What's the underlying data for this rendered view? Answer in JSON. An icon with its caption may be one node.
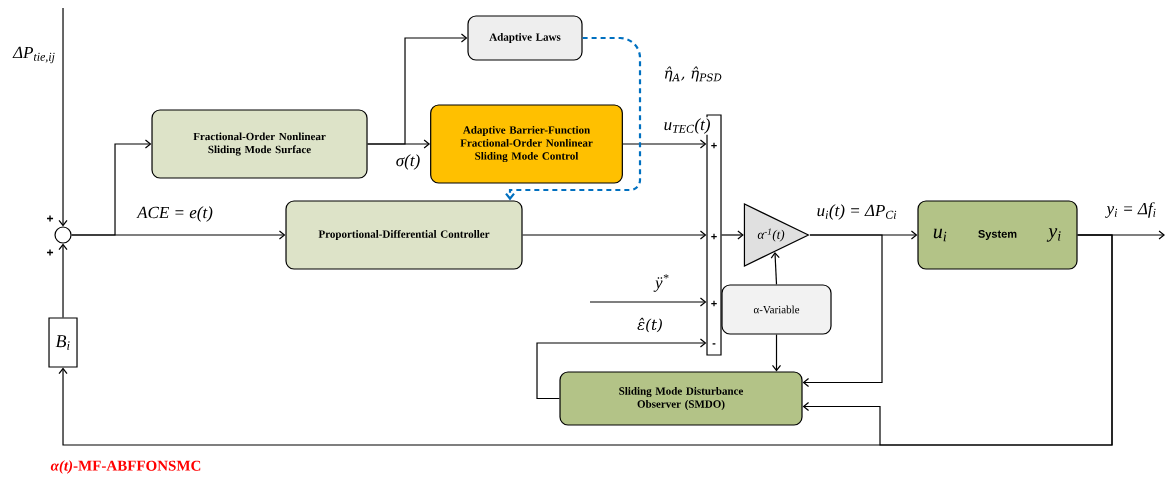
{
  "diagram": {
    "nodes": [
      {
        "text": [],
        "shape": "circle"
      },
      {
        "text": [
          "Fractional-Order Nonlinear Sliding Mode Surface"
        ]
      },
      {
        "text": [
          "Adaptive Laws"
        ]
      },
      {
        "text": [
          "Adaptive Barrier-Function Fractional-Order Nonlinear Sliding Mode Control"
        ]
      },
      {
        "text": [
          "Proportional-Differential Controller"
        ]
      },
      {
        "text": [
          "+",
          "+",
          "+",
          "-"
        ]
      },
      {
        "text": [
          "α$^{-1}$(t)"
        ]
      },
      {
        "text": [
          "α-Variable"
        ]
      },
      {
        "text": [
          "u$_{i}$",
          "System",
          "y$_{i}$"
        ]
      },
      {
        "text": [
          "Sliding Mode Disturbance Observer (SMDO)"
        ]
      },
      {
        "text": [
          "B$_{i}$"
        ]
      }
    ],
    "edges": [
      {
        "from": null,
        "to": 0,
        "arrow": "to",
        "label": "ΔP$_{tie,ij}$"
      },
      {
        "from": 0,
        "to": 1,
        "arrow": "to"
      },
      {
        "from": 0,
        "to": 4,
        "arrow": "to",
        "label": "ACE = e(t)"
      },
      {
        "from": 1,
        "to": 3,
        "arrow": "to",
        "label": "σ(t)"
      },
      {
        "from": 1,
        "to": 2,
        "arrow": "to"
      },
      {
        "from": 3,
        "to": 5,
        "arrow": "to",
        "label": "u$_{TEC}$(t)"
      },
      {
        "from": 4,
        "to": 5,
        "arrow": "to"
      },
      {
        "from": null,
        "to": 5,
        "arrow": "to",
        "label": "ÿ$^{*}$"
      },
      {
        "from": 9,
        "to": 5,
        "arrow": "to",
        "label": "ε̂(t)"
      },
      {
        "from": 5,
        "to": 6,
        "arrow": "to"
      },
      {
        "from": 7,
        "to": 6,
        "arrow": "to"
      },
      {
        "from": 6,
        "to": 8,
        "arrow": "to",
        "label": "u$_{i}$(t) = ΔP$_{Ci}$"
      },
      {
        "from": 8,
        "to": null,
        "arrow": "to",
        "label": "y$_{i}$ = Δf$_{i}$"
      },
      {
        "from": 6,
        "to": 9,
        "arrow": "to"
      },
      {
        "from": 7,
        "to": 9,
        "arrow": "to"
      },
      {
        "from": 8,
        "to": 9,
        "arrow": "to"
      },
      {
        "from": 8,
        "to": 10,
        "arrow": "to"
      },
      {
        "from": 10,
        "to": 0,
        "arrow": "to"
      },
      {
        "from": 2,
        "to": 4,
        "arrow": "to",
        "label": "η̂$_{A}$, η̂$_{PSD}$",
        "style": "dashed",
        "color": "#0070c0"
      }
    ],
    "labels": [
      "+",
      "+",
      "*α(t)*-MF-ABFFONSMC"
    ]
  }
}
